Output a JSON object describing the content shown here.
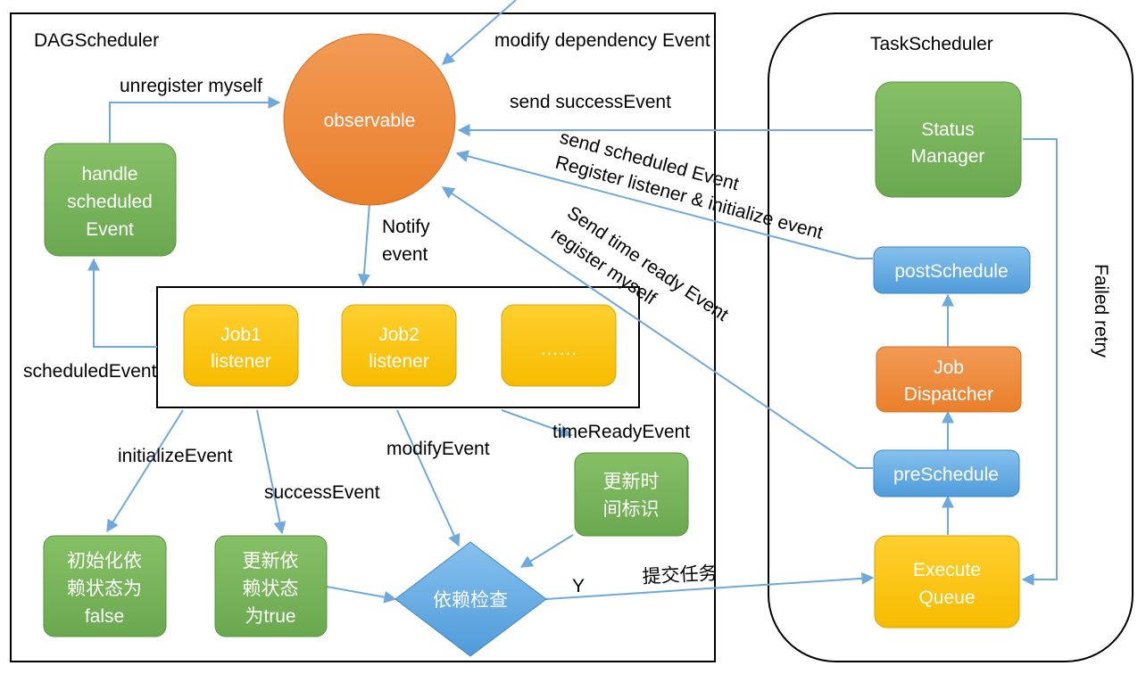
{
  "dag": {
    "title": "DAGScheduler",
    "observable": "observable",
    "handle_event": [
      "handle",
      "scheduled",
      "Event"
    ],
    "listeners": [
      {
        "lines": [
          "Job1",
          "listener"
        ]
      },
      {
        "lines": [
          "Job2",
          "listener"
        ]
      },
      {
        "lines": [
          "……"
        ]
      }
    ],
    "init_box": [
      "初始化依",
      "赖状态为",
      "false"
    ],
    "update_dep_box": [
      "更新依",
      "赖状态",
      "为true"
    ],
    "update_time_box": [
      "更新时",
      "间标识"
    ],
    "check_diamond": "依赖检查"
  },
  "task": {
    "title": "TaskScheduler",
    "status_manager": [
      "Status",
      "Manager"
    ],
    "post_schedule": "postSchedule",
    "job_dispatcher": [
      "Job",
      "Dispatcher"
    ],
    "pre_schedule": "preSchedule",
    "execute_queue": [
      "Execute",
      "Queue"
    ]
  },
  "edges": {
    "modify_dependency": "modify dependency Event",
    "unregister": "unregister myself",
    "send_success": "send successEvent",
    "send_scheduled": "send scheduled Event",
    "register_init": "Register listener & initialize event",
    "send_time_ready": "Send time ready Event",
    "register_myself": "register myself",
    "notify": [
      "Notify",
      "event"
    ],
    "scheduled_event": "scheduledEvent",
    "initialize_event": "initializeEvent",
    "success_event": "successEvent",
    "modify_event": "modifyEvent",
    "time_ready_event": "timeReadyEvent",
    "yes": "Y",
    "submit": "提交任务",
    "failed_retry": "Failed retry"
  },
  "colors": {
    "green": "#7ab55c",
    "orange": "#ed8b3e",
    "yellow": "#fdc40d",
    "blue": "#5ea7e0",
    "arrow": "#6fa8dc"
  }
}
